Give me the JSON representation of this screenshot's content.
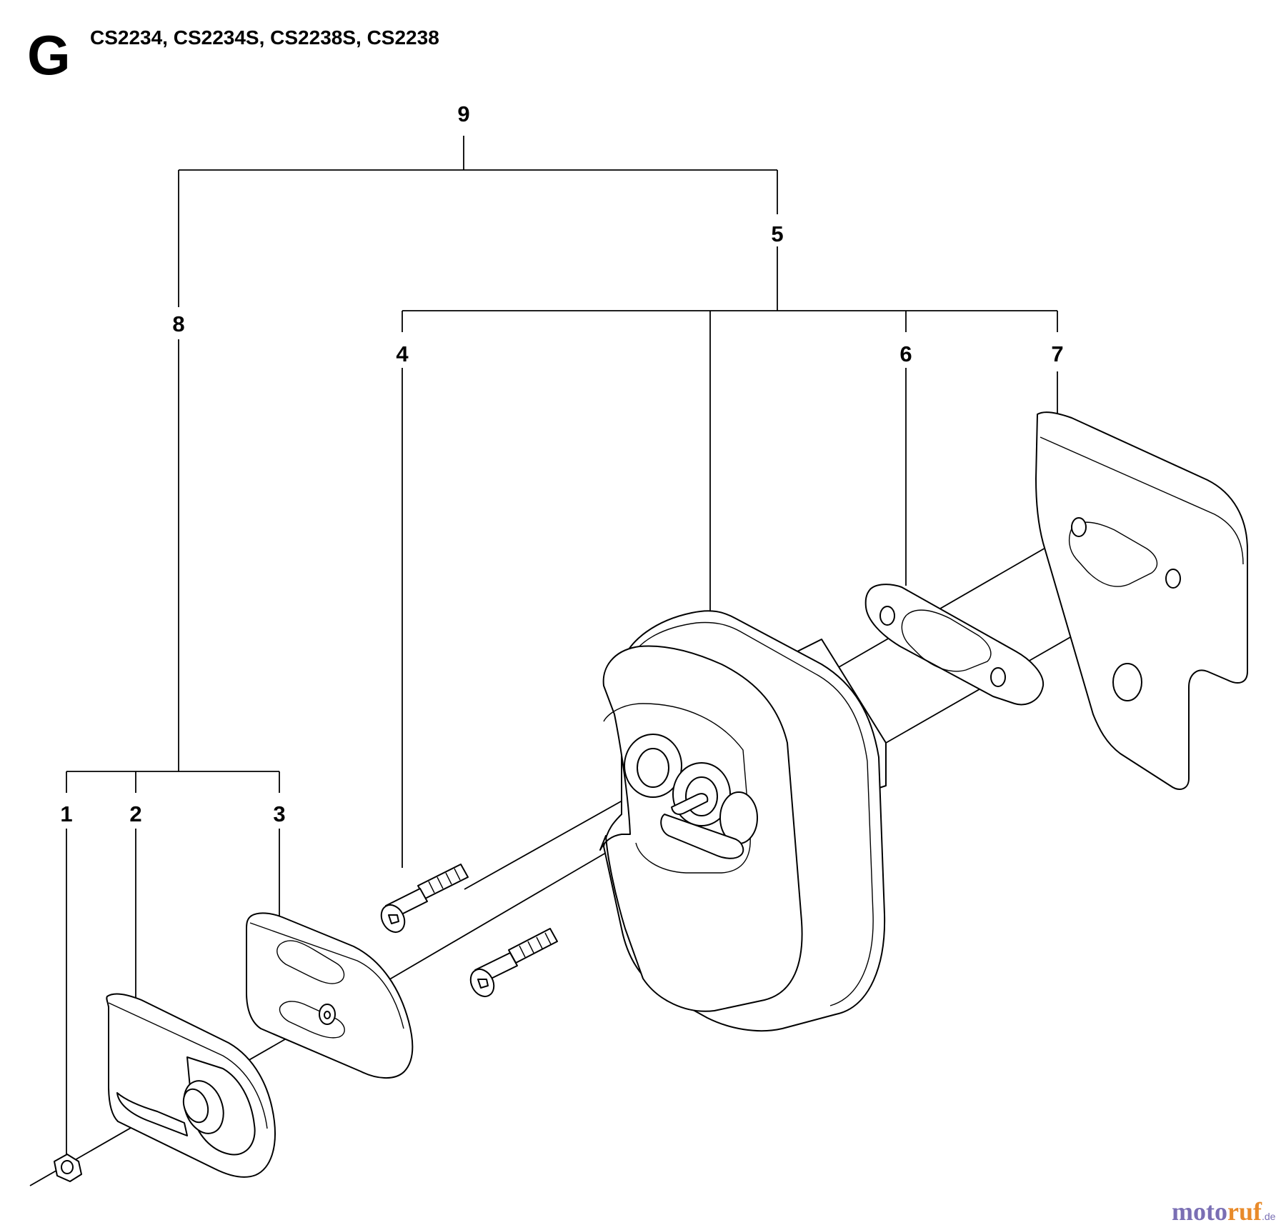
{
  "header": {
    "section_letter": "G",
    "models": "CS2234, CS2234S, CS2238S, CS2238"
  },
  "callouts": {
    "c1": "1",
    "c2": "2",
    "c3": "3",
    "c4": "4",
    "c5": "5",
    "c6": "6",
    "c7": "7",
    "c8": "8",
    "c9": "9"
  },
  "watermark": {
    "moto": "moto",
    "ruf": "ruf",
    "tld": ".de"
  },
  "colors": {
    "line": "#000000",
    "background": "#ffffff",
    "watermark_purple": "#7a6fb4",
    "watermark_orange": "#e88a2a"
  }
}
